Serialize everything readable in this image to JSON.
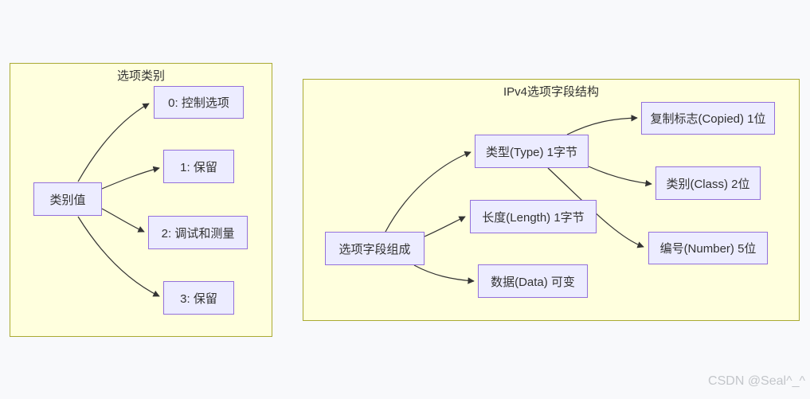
{
  "page": {
    "watermark": "CSDN @Seal^_^"
  },
  "diagram": {
    "type": "flowchart-LR",
    "colors": {
      "node_fill": "#ececff",
      "node_border": "#9370db",
      "cluster_fill": "#ffffde",
      "cluster_border": "#aaaa33",
      "edge": "#333333",
      "text": "#333333",
      "background": "#f8f9fb"
    },
    "clusters": [
      {
        "title": "选项类别"
      },
      {
        "title": "IPv4选项字段结构"
      }
    ],
    "nodes": {
      "category_value": "类别值",
      "opt0": "0: 控制选项",
      "opt1": "1: 保留",
      "opt2": "2: 调试和测量",
      "opt3": "3: 保留",
      "composition": "选项字段组成",
      "type": "类型(Type) 1字节",
      "length": "长度(Length) 1字节",
      "data": "数据(Data) 可变",
      "copied": "复制标志(Copied) 1位",
      "class": "类别(Class) 2位",
      "number": "编号(Number) 5位"
    },
    "edges": [
      {
        "from": "类别值",
        "to": "0: 控制选项"
      },
      {
        "from": "类别值",
        "to": "1: 保留"
      },
      {
        "from": "类别值",
        "to": "2: 调试和测量"
      },
      {
        "from": "类别值",
        "to": "3: 保留"
      },
      {
        "from": "选项字段组成",
        "to": "类型(Type) 1字节"
      },
      {
        "from": "选项字段组成",
        "to": "长度(Length) 1字节"
      },
      {
        "from": "选项字段组成",
        "to": "数据(Data) 可变"
      },
      {
        "from": "类型(Type) 1字节",
        "to": "复制标志(Copied) 1位"
      },
      {
        "from": "类型(Type) 1字节",
        "to": "类别(Class) 2位"
      },
      {
        "from": "类型(Type) 1字节",
        "to": "编号(Number) 5位"
      }
    ]
  }
}
